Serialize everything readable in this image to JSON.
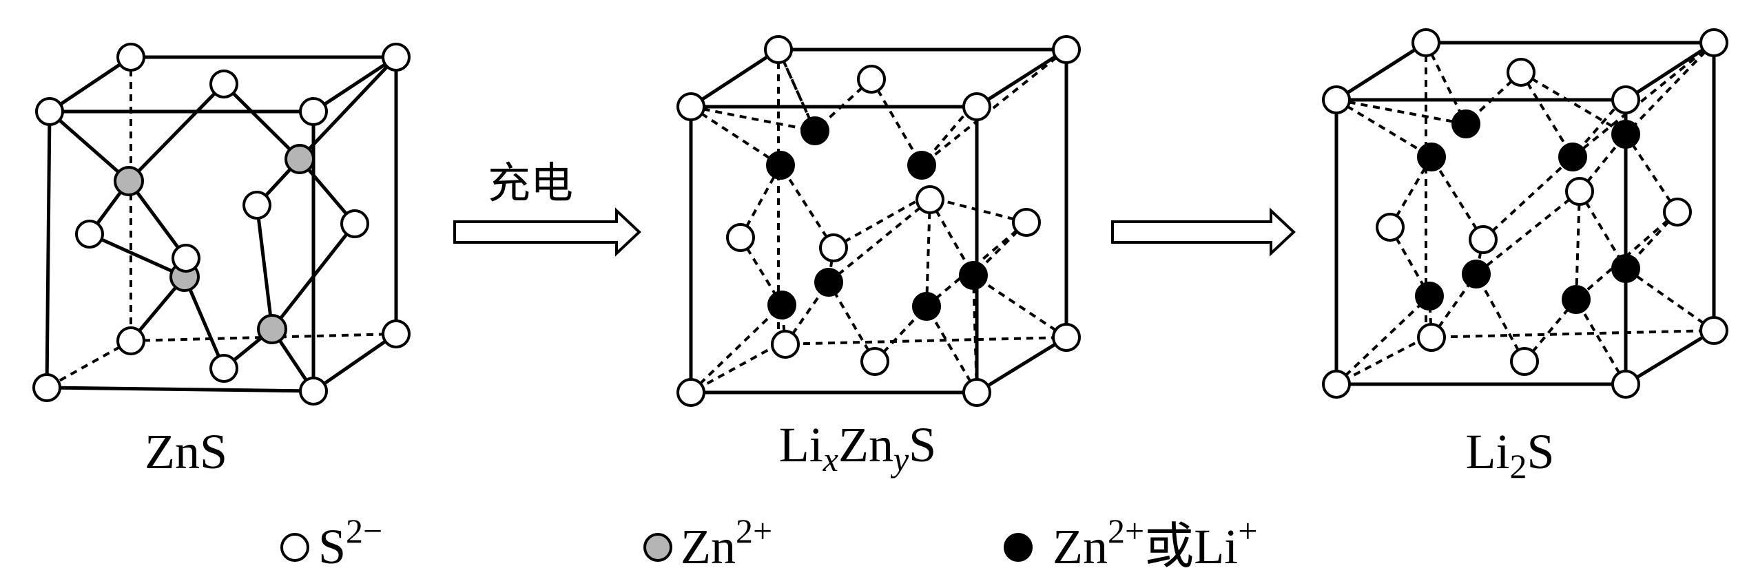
{
  "figure": {
    "structures": [
      {
        "formula": "ZnS",
        "formula_parts": [
          {
            "t": "ZnS"
          }
        ]
      },
      {
        "formula": "LixZnyS",
        "formula_parts": [
          {
            "t": "Li"
          },
          {
            "t": "x",
            "sub": true,
            "italic": true
          },
          {
            "t": "Zn"
          },
          {
            "t": "y",
            "sub": true,
            "italic": true
          },
          {
            "t": "S"
          }
        ]
      },
      {
        "formula": "Li2S",
        "formula_parts": [
          {
            "t": "Li"
          },
          {
            "t": "2",
            "sub": true
          },
          {
            "t": "S"
          }
        ]
      }
    ],
    "arrows": [
      {
        "label": "充电"
      },
      {
        "label": ""
      }
    ],
    "legend": [
      {
        "symbol": "open-circle",
        "color": "#ffffff",
        "text": "S",
        "sup": "2−"
      },
      {
        "symbol": "gray-circle",
        "color": "#b5b5b5",
        "text": "Zn",
        "sup": "2+"
      },
      {
        "symbol": "black-circle",
        "color": "#000000",
        "text": "Zn",
        "sup": "2+",
        "text2": "或Li",
        "sup2": "+"
      }
    ],
    "colors": {
      "sulfide": "#ffffff",
      "zinc": "#b5b5b5",
      "zinc_or_lithium": "#000000",
      "line": "#000000"
    }
  }
}
